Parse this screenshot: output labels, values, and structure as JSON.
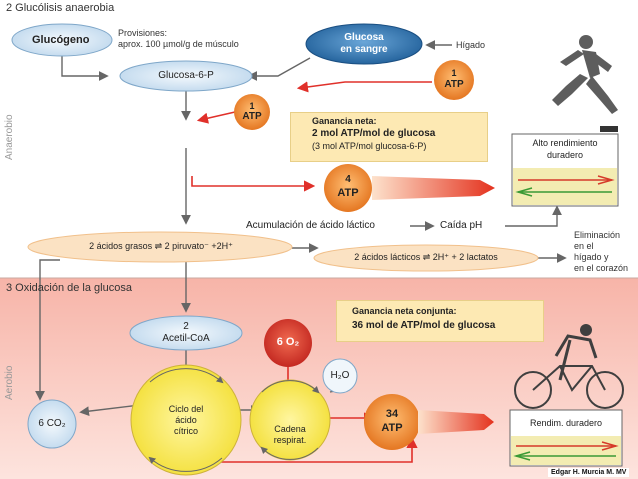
{
  "sections": {
    "anaerobic_title": "2 Glucólisis anaerobia",
    "aerobic_title": "3 Oxidación de la glucosa"
  },
  "side_labels": {
    "anaerobic": "Anaerobio",
    "aerobic": "Aerobio"
  },
  "nodes": {
    "glucogeno": "Glucógeno",
    "provisiones_1": "Provisiones:",
    "provisiones_2": "aprox. 100 µmol/g de músculo",
    "glucosa_sangre_1": "Glucosa",
    "glucosa_sangre_2": "en sangre",
    "higado": "Hígado",
    "glucosa6p": "Glucosa-6-P",
    "atp1_a_num": "1",
    "atp1_a_unit": "ATP",
    "atp1_b_num": "1",
    "atp1_b_unit": "ATP",
    "atp4_num": "4",
    "atp4_unit": "ATP",
    "acumulacion": "Acumulación de ácido láctico",
    "caida_ph": "Caída pH",
    "piruvato": "2 ácidos grasos ⇌ 2 piruvato⁻ +2H⁺",
    "lactico": "2 ácidos lácticos ⇌ 2H⁺ + 2 lactatos",
    "eliminacion_1": "Eliminación",
    "eliminacion_2": "en el",
    "eliminacion_3": "hígado y",
    "eliminacion_4": "en el corazón",
    "acetil_1": "2",
    "acetil_2": "Acetil-CoA",
    "o2": "6 O₂",
    "h2o": "H₂O",
    "co2": "6 CO₂",
    "ciclo_1": "Ciclo del",
    "ciclo_2": "ácido",
    "ciclo_3": "cítrico",
    "cadena_1": "Cadena",
    "cadena_2": "respirat.",
    "atp34_num": "34",
    "atp34_unit": "ATP"
  },
  "info_boxes": {
    "ganancia_neta_1": "Ganancia neta:",
    "ganancia_neta_2": "2 mol ATP/mol de glucosa",
    "ganancia_neta_3": "(3 mol ATP/mol glucosa-6-P)",
    "conjunta_1": "Ganancia neta conjunta:",
    "conjunta_2": "36 mol de ATP/mol de glucosa"
  },
  "performance": {
    "alto_1": "Alto rendimiento",
    "alto_2": "duradero",
    "rendim": "Rendim. duradero"
  },
  "credit": "Edgar H. Murcia M. MV",
  "colors": {
    "anaerobic_bg": "#ffffff",
    "aerobic_bg": "#f8c9c0",
    "blue_node": "#2f79b8",
    "light_node": "#d6e6f3",
    "atp_orange": "#f08a2a",
    "o2_red": "#d6312a",
    "cycle_yellow": "#f7e84a",
    "info_box": "#fde9b3",
    "arrow_red": "#e0302a"
  }
}
